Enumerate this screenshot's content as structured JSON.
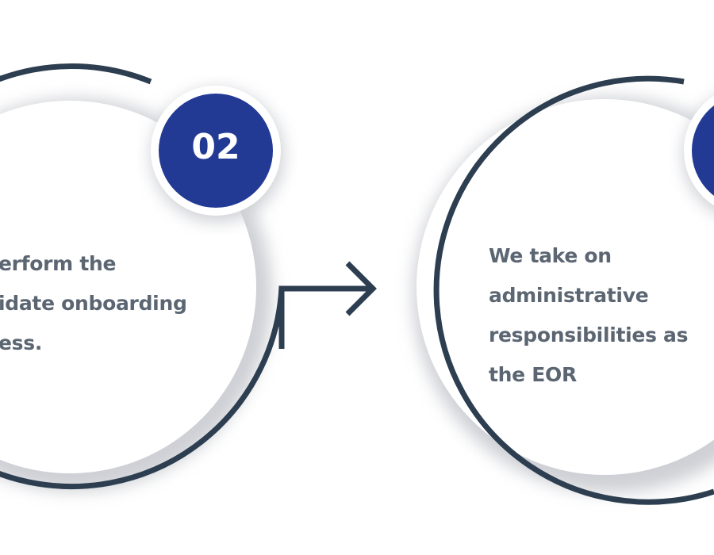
{
  "steps": [
    {
      "number": "02",
      "lines": [
        "erform the",
        "idate onboarding",
        "ess."
      ]
    },
    {
      "number": "",
      "lines": [
        "We take on",
        "administrative",
        "responsibilities as",
        "the EOR"
      ]
    }
  ],
  "colors": {
    "ring": "#2c3e50",
    "badge": "#233a95",
    "text": "#5b6672"
  }
}
